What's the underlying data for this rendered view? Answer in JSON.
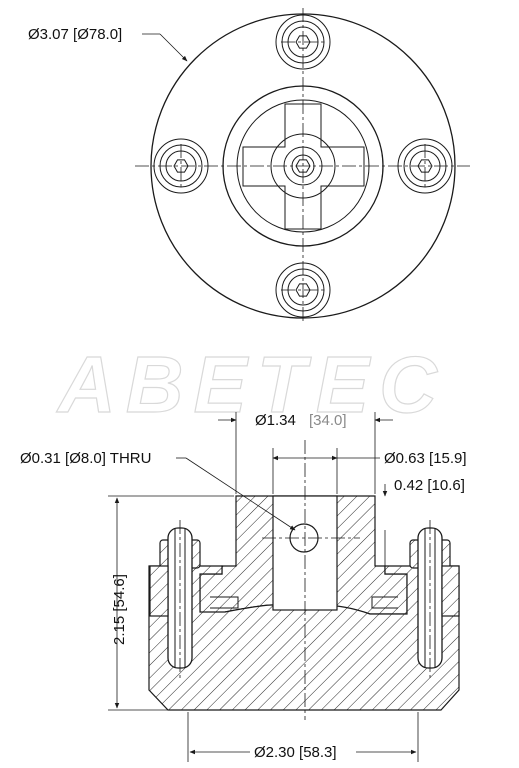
{
  "watermark": "ABETEC",
  "top_view": {
    "outer_diameter_label": "Ø3.07 [Ø78.0]"
  },
  "section_view": {
    "bore_diameter_label_inch": "Ø1.34",
    "bore_diameter_label_mm": "[34.0]",
    "thru_hole_label": "Ø0.31 [Ø8.0] THRU",
    "inner_diameter_label": "Ø0.63 [15.9]",
    "step_height_label": "0.42 [10.6]",
    "total_height_label": "2.15 [54.6]",
    "base_diameter_label": "Ø2.30 [58.3]"
  }
}
